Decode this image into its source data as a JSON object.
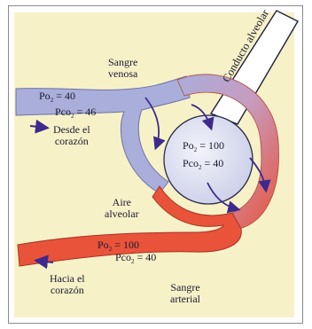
{
  "labels": {
    "venous_title_1": "Sangre",
    "venous_title_2": "venosa",
    "venous_po_label": "Po",
    "venous_po_value": "= 40",
    "venous_pco_label": "Pco",
    "venous_pco_value": "= 46",
    "from_heart_1": "Desde el",
    "from_heart_2": "corazón",
    "duct": "Conducto alveolar",
    "alveolus_po_label": "Po",
    "alveolus_po_value": "= 100",
    "alveolus_pco_label": "Pco",
    "alveolus_pco_value": "= 40",
    "air_1": "Aire",
    "air_2": "alveolar",
    "arterial_po_label": "Po",
    "arterial_po_value": "= 100",
    "arterial_pco_label": "Pco",
    "arterial_pco_value": "= 40",
    "to_heart_1": "Hacia el",
    "to_heart_2": "corazón",
    "arterial_title_1": "Sangre",
    "arterial_title_2": "arterial",
    "sub_2": "2"
  },
  "colors": {
    "background": "#f7f1c8",
    "venous": "#a9aedb",
    "arterial": "#e8533a",
    "alveolus": "#dcdff1",
    "arrow": "#3d2a8c"
  }
}
